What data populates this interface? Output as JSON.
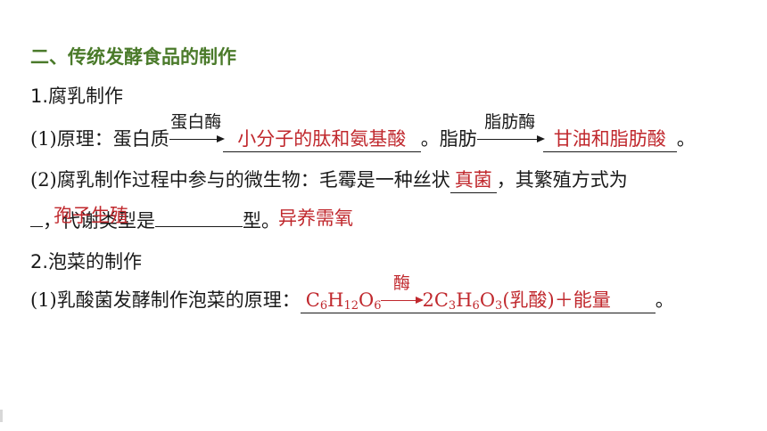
{
  "section_title": "二、传统发酵食品的制作",
  "s1": {
    "title": "1.腐乳制作",
    "l1_prefix": "(1)原理：蛋白质",
    "enzyme1": "蛋白酶",
    "ans1": "小分子的肽和氨基酸",
    "mid": "。脂肪",
    "enzyme2": "脂肪酶",
    "ans2": "甘油和脂肪酸",
    "l1_end": "。",
    "l2_prefix": "(2)腐乳制作过程中参与的微生物：毛霉是一种丝状",
    "ans3": "真菌",
    "l2_suffix": "，其繁殖方式为",
    "ans4": "孢子生殖",
    "l3_mid": "，代谢类型是",
    "ans5": "异养需氧",
    "l3_end": "型。"
  },
  "s2": {
    "title": "2.泡菜的制作",
    "l1_prefix": "(1)乳酸菌发酵制作泡菜的原理：",
    "reaction": {
      "left": "C",
      "n1": "6",
      "h": "H",
      "n2": "12",
      "o": "O",
      "n3": "6",
      "enzyme": "酶",
      "right_a": "2C",
      "r1": "3",
      "rh": "H",
      "r2": "6",
      "ro": "O",
      "r3": "3",
      "right_b": "(乳酸)＋能量"
    },
    "l1_end": "。"
  }
}
